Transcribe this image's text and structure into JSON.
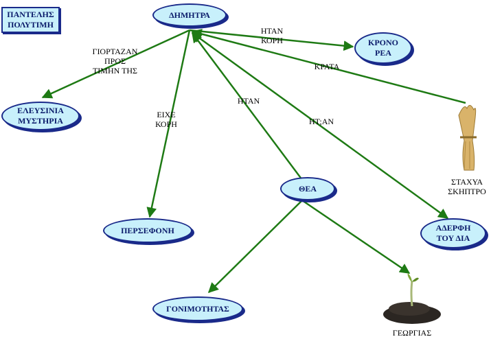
{
  "author": "ΠΑΝΤΕΛΗΣ\nΠΟΛΥΤΙΜΗ",
  "nodes": {
    "dimitra": "ΔΗΜΗΤΡΑ",
    "krono_rea": "ΚΡΟΝΟ\nΡΕΑ",
    "eleusinia": "ΕΛΕΥΣΙΝΙΑ\nΜΥΣΤΗΡΙΑ",
    "persefoni": "ΠΕΡΣΕΦΟΝΗ",
    "thea": "ΘΕΑ",
    "aderfi": "ΑΔΕΡΦΗ\nΤΟΥ ΔΙΑ",
    "gonimotitas": "ΓΟΝΙΜΟΤΗΤΑΣ"
  },
  "picture_labels": {
    "staxya": "ΣΤΑΧΥΑ\nΣΚΗΠΤΡΟ",
    "georgias": "ΓΕΩΡΓΙΑΣ"
  },
  "links": {
    "itan_kori": "ΗΤΑΝ\nΚΟΡΗ",
    "giortazan": "ΓΙΟΡΤΑΖΑΝ\nΠΡΟΣ\nΤΙΜΗΝ ΤΗΣ",
    "eixe_kori": "ΕΙΧΕ\nΚΟΡΗ",
    "itan": "ΗΤΑΝ",
    "itan2": "ΗΤ;ΑΝ",
    "krata": "ΚΡΑΤΑ"
  },
  "colors": {
    "arrow": "#1e7a14",
    "node_fill": "#c8f0fb",
    "node_border": "#1a2a8a"
  }
}
